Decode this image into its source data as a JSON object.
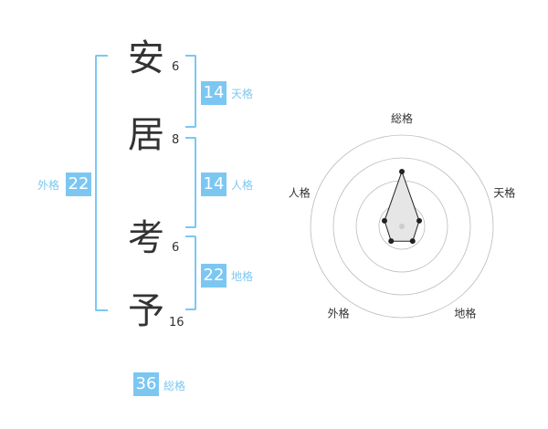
{
  "name": {
    "chars": [
      {
        "char": "安",
        "strokes": "6"
      },
      {
        "char": "居",
        "strokes": "8"
      },
      {
        "char": "考",
        "strokes": "6"
      },
      {
        "char": "予",
        "strokes": "16"
      }
    ]
  },
  "fortunes": {
    "tenkaku": {
      "value": "14",
      "label": "天格"
    },
    "jinkaku": {
      "value": "14",
      "label": "人格"
    },
    "chikaku": {
      "value": "22",
      "label": "地格"
    },
    "gaikaku": {
      "value": "22",
      "label": "外格"
    },
    "soukaku": {
      "value": "36",
      "label": "総格"
    }
  },
  "chart_data": {
    "type": "radar",
    "axes": [
      "総格",
      "天格",
      "地格",
      "外格",
      "人格"
    ],
    "values": [
      3,
      1,
      1,
      1,
      1
    ],
    "max": 5,
    "rings": 4,
    "colors": {
      "fill": "#e6e6e6",
      "stroke": "#222222",
      "grid": "#bbbbbb"
    }
  }
}
